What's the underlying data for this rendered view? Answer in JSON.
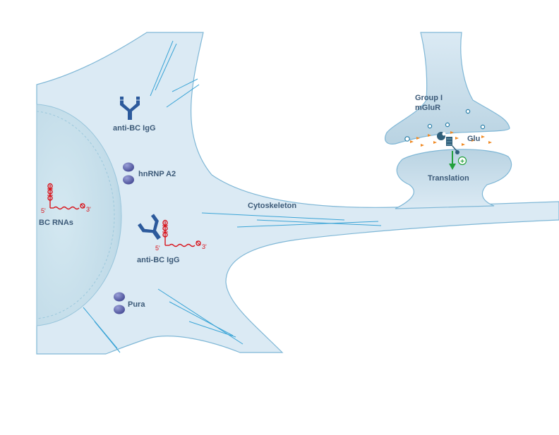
{
  "labels": {
    "anti_bc_igg_top": "anti-BC IgG",
    "hnrnp_a2": "hnRNP A2",
    "bc_rnas": "BC RNAs",
    "anti_bc_igg_mid": "anti-BC IgG",
    "pura": "Pura",
    "cytoskeleton": "Cytoskeleton",
    "group_line1": "Group I",
    "group_line2": "mGluR",
    "glu": "Glu",
    "translation": "Translation",
    "plus": "+"
  },
  "rna_ends": {
    "left_five": "5'",
    "left_three": "3'",
    "mid_five": "5'",
    "mid_three": "3'"
  },
  "colors": {
    "cell_fill": "#dbeaf4",
    "cell_stroke": "#7fb7d6",
    "nucleus_fill": "#c3dde9",
    "cytoskeleton_line": "#3aa4d6",
    "antibody": "#2c5a9c",
    "rna": "#d8141c",
    "protein": "#5a5fa8",
    "glu_dot": "#f08a24",
    "arrow": "#22a03c",
    "label": "#3c5a78"
  }
}
